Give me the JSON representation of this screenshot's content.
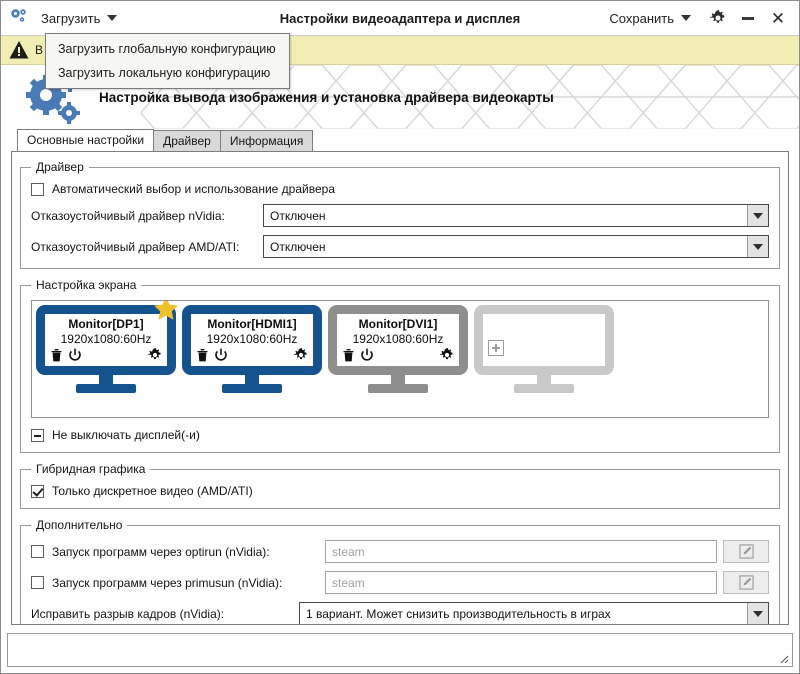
{
  "titlebar": {
    "app_icon": "gears-icon",
    "load_menu_label": "Загрузить",
    "window_title": "Настройки видеоадаптера и дисплея",
    "save_menu_label": "Сохранить",
    "settings_icon": "gear-icon",
    "minimize_icon": "minimize-icon",
    "close_icon": "close-icon"
  },
  "dropdown": {
    "items": [
      {
        "label": "Загрузить глобальную конфигурацию"
      },
      {
        "label": "Загрузить локальную конфигурацию"
      }
    ]
  },
  "warning": {
    "icon": "warning-triangle-icon",
    "text": "В"
  },
  "banner": {
    "icon": "gears-icon",
    "title": "Настройка вывода изображения и установка драйвера видеокарты"
  },
  "tabs": [
    {
      "label": "Основные настройки",
      "active": true
    },
    {
      "label": "Драйвер",
      "active": false
    },
    {
      "label": "Информация",
      "active": false
    }
  ],
  "driver_group": {
    "legend": "Драйвер",
    "auto_checkbox": {
      "label": "Автоматический выбор и использование драйвера",
      "state": "unchecked"
    },
    "nvidia_label": "Отказоустойчивый драйвер nVidia:",
    "nvidia_value": "Отключен",
    "amd_label": "Отказоустойчивый драйвер AMD/ATI:",
    "amd_value": "Отключен"
  },
  "screen_group": {
    "legend": "Настройка экрана",
    "monitors": [
      {
        "name": "Monitor[DP1]",
        "resolution": "1920x1080:60Hz",
        "primary": true,
        "enabled": true,
        "color": "#15538f",
        "icons": [
          "trash-icon",
          "power-icon",
          "gear-icon"
        ]
      },
      {
        "name": "Monitor[HDMI1]",
        "resolution": "1920x1080:60Hz",
        "primary": false,
        "enabled": true,
        "color": "#15538f",
        "icons": [
          "trash-icon",
          "power-icon",
          "gear-icon"
        ]
      },
      {
        "name": "Monitor[DVI1]",
        "resolution": "1920x1080:60Hz",
        "primary": false,
        "enabled": false,
        "color": "#8e8e8e",
        "icons": [
          "trash-icon",
          "power-icon",
          "gear-icon"
        ]
      }
    ],
    "add_monitor": {
      "icon": "plus-box-icon",
      "color": "#c9c9c9"
    },
    "keep_on_checkbox": {
      "label": "Не выключать дисплей(-и)",
      "state": "partial"
    }
  },
  "hybrid_group": {
    "legend": "Гибридная графика",
    "discrete_checkbox": {
      "label": "Только дискретное видео (AMD/ATI)",
      "state": "checked"
    }
  },
  "extra_group": {
    "legend": "Дополнительно",
    "optirun": {
      "label": "Запуск программ через optirun (nVidia):",
      "state": "unchecked",
      "placeholder": "steam",
      "value": "",
      "edit_icon": "pencil-square-icon"
    },
    "primusun": {
      "label": "Запуск программ через primusun (nVidia):",
      "state": "unchecked",
      "placeholder": "steam",
      "value": "",
      "edit_icon": "pencil-square-icon"
    },
    "tearfix_label": "Исправить разрыв кадров (nVidia):",
    "tearfix_value": "1 вариант. Может снизить производительность в играх"
  },
  "statusbar": {
    "text": "",
    "grip_icon": "resize-grip-icon"
  },
  "colors": {
    "accent_blue": "#15538f",
    "disabled_gray": "#8e8e8e",
    "empty_gray": "#c9c9c9",
    "warning_bg": "#f2eeb3",
    "star_yellow": "#f0c02a"
  }
}
